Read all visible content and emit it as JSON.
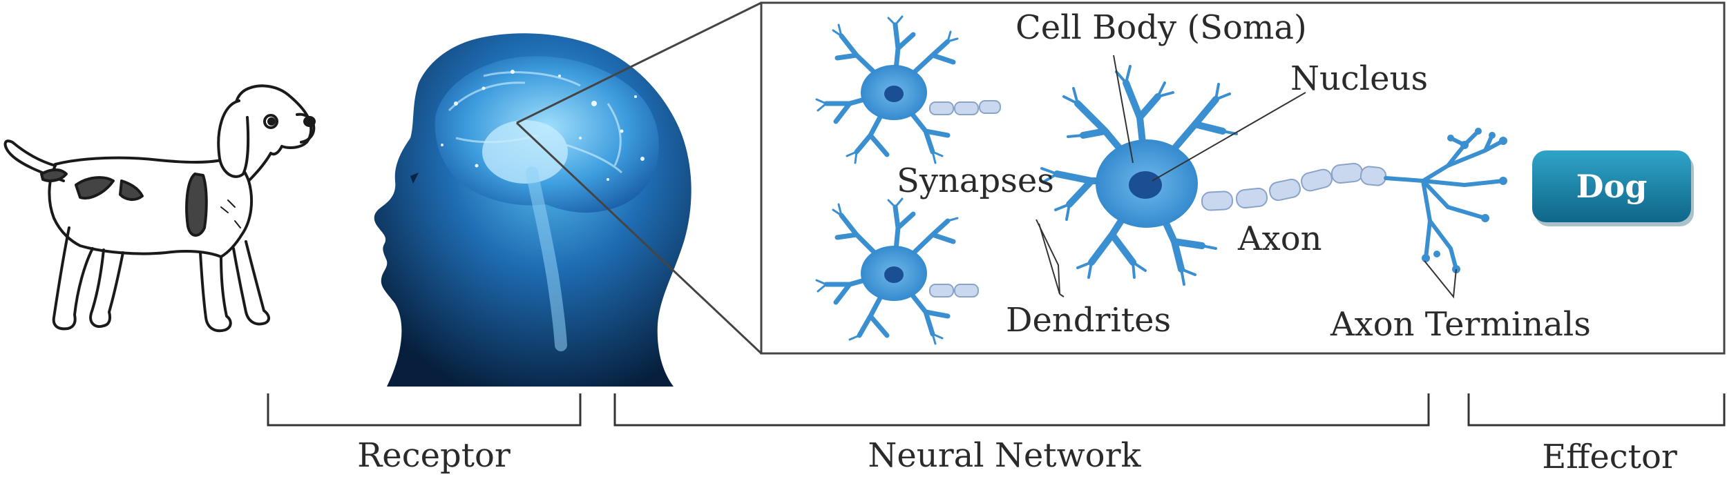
{
  "neuron_labels": {
    "cell_body": "Cell Body (Soma)",
    "nucleus": "Nucleus",
    "synapses": "Synapses",
    "axon": "Axon",
    "dendrites": "Dendrites",
    "axon_terminals": "Axon Terminals"
  },
  "output": {
    "label": "Dog"
  },
  "stages": {
    "receptor": "Receptor",
    "neural_network": "Neural Network",
    "effector": "Effector"
  },
  "colors": {
    "neuron_blue": "#3a8fd0",
    "myelin": "#c9d8ee",
    "button_teal": "#1a7fa3",
    "head_dark": "#0b2f55",
    "head_glow": "#4fb2e8"
  }
}
